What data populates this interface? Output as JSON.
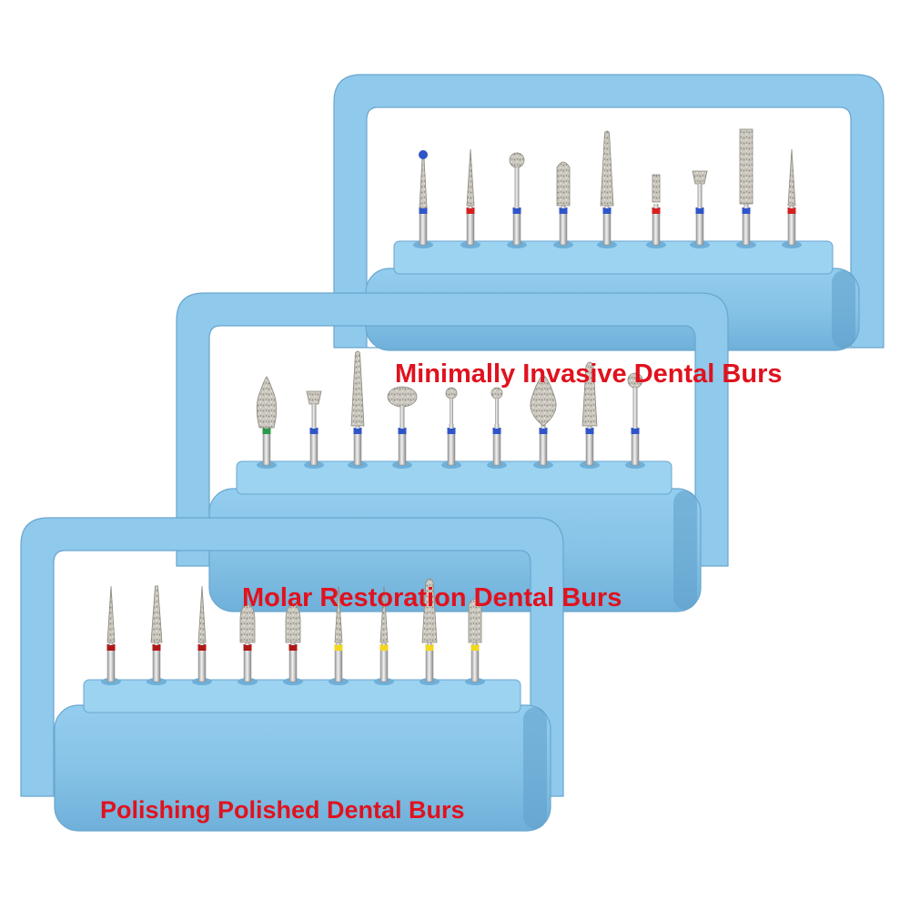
{
  "image": {
    "background": "#ffffff",
    "caption_color": "#e0121e",
    "holder_color": "#8fc9ec",
    "holders": [
      {
        "caption": "Minimally Invasive Dental Burs",
        "burs": [
          {
            "shape": "taper-ball",
            "band": "#2f55c8"
          },
          {
            "shape": "needle",
            "band": "#d62020"
          },
          {
            "shape": "ball",
            "band": "#2f55c8"
          },
          {
            "shape": "cylinder-round",
            "band": "#2f55c8"
          },
          {
            "shape": "long-taper",
            "band": "#2f55c8"
          },
          {
            "shape": "short-cylinder",
            "band": "#d62020"
          },
          {
            "shape": "inverted-cone",
            "band": "#2f55c8"
          },
          {
            "shape": "long-cylinder",
            "band": "#2f55c8"
          },
          {
            "shape": "needle",
            "band": "#d62020"
          }
        ]
      },
      {
        "caption": "Molar Restoration Dental Burs",
        "burs": [
          {
            "shape": "flame",
            "band": "#2a9a4a"
          },
          {
            "shape": "inverted-cone",
            "band": "#2f55c8"
          },
          {
            "shape": "long-taper",
            "band": "#2f55c8"
          },
          {
            "shape": "wheel",
            "band": "#2f55c8"
          },
          {
            "shape": "small-ball",
            "band": "#2f55c8"
          },
          {
            "shape": "small-ball",
            "band": "#2f55c8"
          },
          {
            "shape": "pear",
            "band": "#2f55c8"
          },
          {
            "shape": "taper-round",
            "band": "#2f55c8"
          },
          {
            "shape": "ball",
            "band": "#2f55c8"
          }
        ]
      },
      {
        "caption": "Polishing Polished Dental Burs",
        "burs": [
          {
            "shape": "needle",
            "band": "#b01818"
          },
          {
            "shape": "taper",
            "band": "#b01818"
          },
          {
            "shape": "needle",
            "band": "#b01818"
          },
          {
            "shape": "bullet",
            "band": "#b01818"
          },
          {
            "shape": "bullet",
            "band": "#b01818"
          },
          {
            "shape": "needle",
            "band": "#f2d61f"
          },
          {
            "shape": "needle",
            "band": "#f2d61f"
          },
          {
            "shape": "taper-round",
            "band": "#f2d61f"
          },
          {
            "shape": "cylinder-round",
            "band": "#f2d61f"
          }
        ]
      }
    ]
  }
}
